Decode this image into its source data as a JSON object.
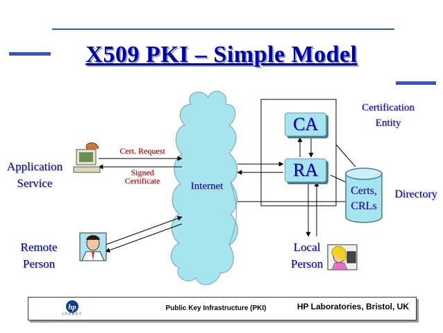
{
  "slide": {
    "title": "X509 PKI – Simple Model"
  },
  "labels": {
    "application_service": [
      "Application",
      "Service"
    ],
    "remote_person": [
      "Remote",
      "Person"
    ],
    "local_person": [
      "Local",
      "Person"
    ],
    "certification_entity": [
      "Certification",
      "Entity"
    ],
    "directory": "Directory",
    "internet": "Internet",
    "cert_request": "Cert. Request",
    "signed_certificate": [
      "Signed",
      "Certificate"
    ]
  },
  "nodes": {
    "ca": "CA",
    "ra": "RA",
    "certs_crls": [
      "Certs,",
      "CRLs"
    ]
  },
  "footer": {
    "logo_text": "invent",
    "center_text": "Public Key Infrastructure (PKI)",
    "right_text": "HP Laboratories, Bristol, UK"
  },
  "colors": {
    "title": "#0000a8",
    "accent_rule": "#3355cc",
    "node_fill": "#a6e4ee",
    "cloud_fill": "#a6e4ee",
    "request_text": "#a80000"
  }
}
